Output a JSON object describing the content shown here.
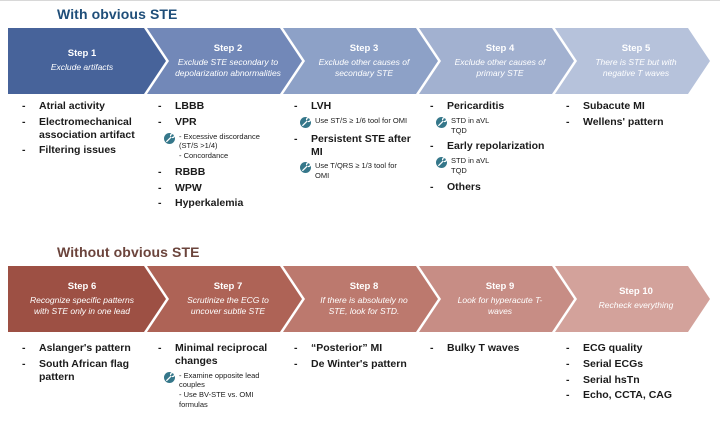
{
  "colors": {
    "heading_top": "#1f4e79",
    "heading_bottom": "#6b443c",
    "steps_top": [
      "#47639a",
      "#7288b8",
      "#8da1c7",
      "#a2b1d0",
      "#b6c2db"
    ],
    "steps_bottom": [
      "#9d5044",
      "#ae6356",
      "#bc796e",
      "#c78d85",
      "#d3a29b"
    ],
    "tool_icon": "#35778a",
    "text": "#1b1b1b"
  },
  "sections": [
    {
      "heading": "With obvious STE",
      "steps": [
        {
          "title": "Step 1",
          "subtitle": "Exclude artifacts",
          "items": [
            {
              "text": "Atrial activity"
            },
            {
              "text": "Electromechanical association artifact"
            },
            {
              "text": "Filtering issues"
            }
          ]
        },
        {
          "title": "Step 2",
          "subtitle": "Exclude STE secondary to depolarization abnormalities",
          "items": [
            {
              "text": "LBBB"
            },
            {
              "text": "VPR",
              "tool_lines": [
                "- Excessive discordance (ST/S >1/4)",
                "- Concordance"
              ]
            },
            {
              "text": "RBBB"
            },
            {
              "text": "WPW"
            },
            {
              "text": "Hyperkalemia"
            }
          ]
        },
        {
          "title": "Step 3",
          "subtitle": "Exclude other causes of secondary STE",
          "items": [
            {
              "text": "LVH",
              "tool_lines": [
                "Use ST/S ≥ 1/6 tool for OMI"
              ]
            },
            {
              "text": "Persistent STE after MI",
              "tool_lines": [
                "Use T/QRS ≥ 1/3 tool for OMI"
              ]
            }
          ]
        },
        {
          "title": "Step 4",
          "subtitle": "Exclude other causes of primary STE",
          "items": [
            {
              "text": "Pericarditis",
              "tool_lines": [
                "STD in aVL",
                "TQD"
              ]
            },
            {
              "text": "Early repolarization",
              "tool_lines": [
                "STD in aVL",
                "TQD"
              ]
            },
            {
              "text": "Others"
            }
          ]
        },
        {
          "title": "Step 5",
          "subtitle": "There is STE but with negative T waves",
          "items": [
            {
              "text": "Subacute MI"
            },
            {
              "text": "Wellens' pattern"
            }
          ]
        }
      ]
    },
    {
      "heading": "Without obvious STE",
      "steps": [
        {
          "title": "Step 6",
          "subtitle": "Recognize specific patterns with STE only in one lead",
          "items": [
            {
              "text": "Aslanger's pattern"
            },
            {
              "text": "South African flag pattern"
            }
          ]
        },
        {
          "title": "Step 7",
          "subtitle": "Scrutinize the ECG to uncover subtle STE",
          "items": [
            {
              "text": "Minimal reciprocal changes",
              "tool_lines": [
                "- Examine opposite lead couples",
                "- Use BV-STE vs. OMI formulas"
              ]
            }
          ]
        },
        {
          "title": "Step 8",
          "subtitle": "If there is absolutely no STE, look for STD.",
          "items": [
            {
              "text": "“Posterior” MI"
            },
            {
              "text": "De Winter's pattern"
            }
          ]
        },
        {
          "title": "Step 9",
          "subtitle": "Look for hyperacute T-waves",
          "items": [
            {
              "text": "Bulky T waves"
            }
          ]
        },
        {
          "title": "Step 10",
          "subtitle": "Recheck everything",
          "items": [
            {
              "text": "ECG quality"
            },
            {
              "text": "Serial ECGs"
            },
            {
              "text": "Serial hsTn"
            },
            {
              "text": "Echo, CCTA, CAG"
            }
          ]
        }
      ]
    }
  ]
}
